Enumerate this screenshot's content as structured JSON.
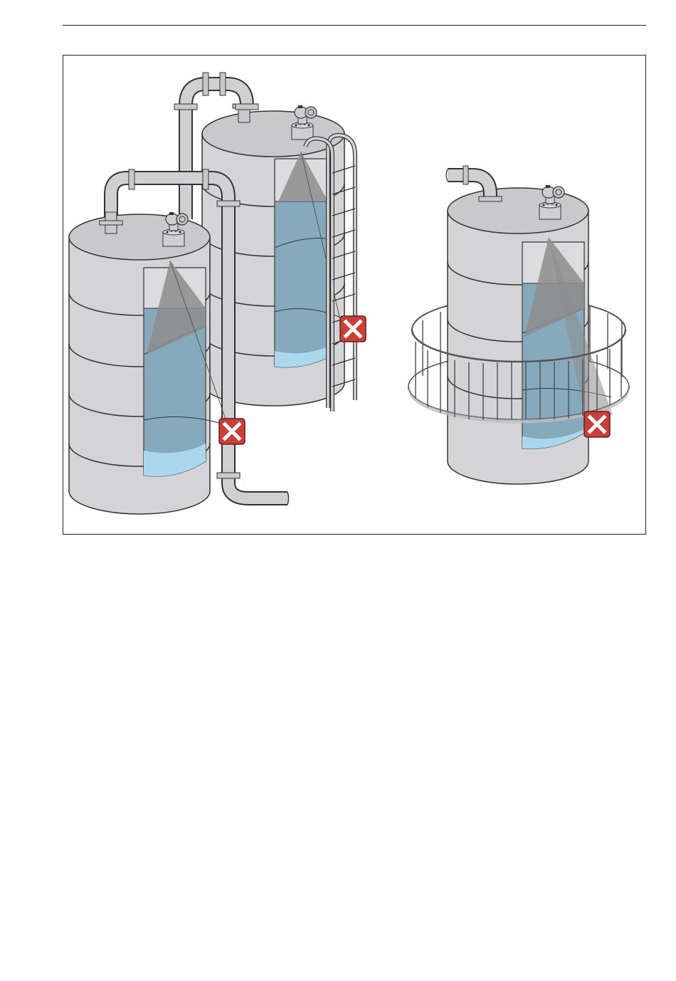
{
  "figure": {
    "description_icons": [
      "error-x-icon",
      "radar-sensor-icon",
      "radar-beam-cone"
    ],
    "colors": {
      "tank": "#d4d4d6",
      "tank_top": "#c9c9cb",
      "liquid": "#86aabc",
      "liquid_light": "#a9d8ee",
      "beam": "#8d8d8d",
      "error_badge": "#c9403a"
    },
    "markers": [
      {
        "name": "error-mark-left-tank",
        "kind": "interference"
      },
      {
        "name": "error-mark-middle-tank",
        "kind": "interference"
      },
      {
        "name": "error-mark-right-tank",
        "kind": "interference"
      }
    ]
  }
}
